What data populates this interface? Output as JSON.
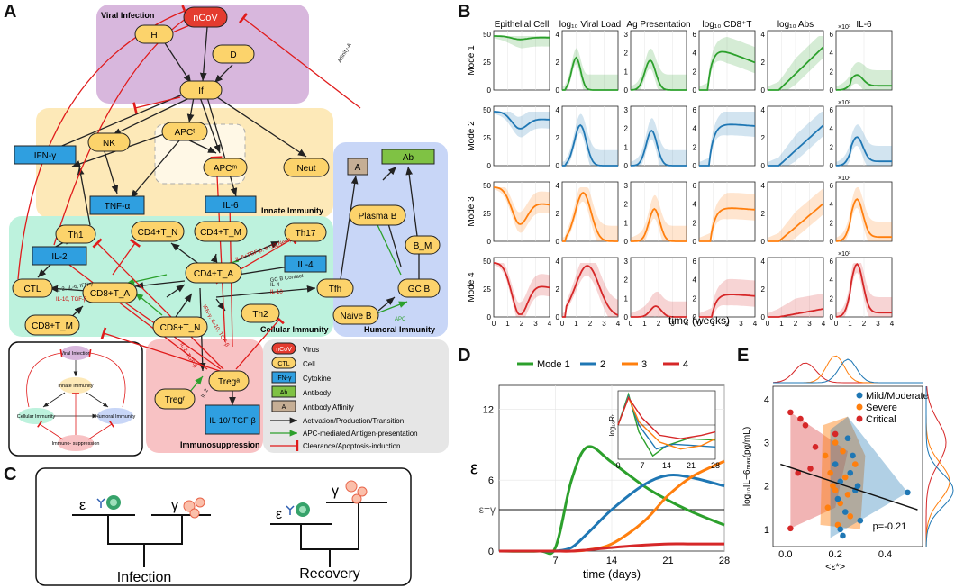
{
  "panels": {
    "A": "A",
    "B": "B",
    "C": "C",
    "D": "D",
    "E": "E"
  },
  "panel_a": {
    "regions": {
      "viral": "Viral Infection",
      "innate": "Innate Immunity",
      "humoral": "Humoral Immunity",
      "cellular": "Cellular Immunity",
      "immunosuppression": "Immunosuppression"
    },
    "nodes": {
      "ncov": "nCoV",
      "h": "H",
      "d": "D",
      "if": "If",
      "nk": "NK",
      "apc_t": "APCᵗ",
      "apc_m": "APCᵐ",
      "neut": "Neut",
      "ifn_g": "IFN-γ",
      "tnf_a": "TNF-α",
      "il6": "IL-6",
      "a": "A",
      "ab": "Ab",
      "plasma_b": "Plasma B",
      "b_m": "B_M",
      "th1": "Th1",
      "cd4_tn": "CD4+T_N",
      "cd4_tm": "CD4+T_M",
      "th17": "Th17",
      "il2": "IL-2",
      "cd4_ta": "CD4+T_A",
      "il4": "IL-4",
      "ctl": "CTL",
      "cd8_ta": "CD8+T_A",
      "tfh": "Tfh",
      "gc_b": "GC B",
      "th2": "Th2",
      "naive_b": "Naive B",
      "cd8_tm": "CD8+T_M",
      "cd8_tn": "CD8+T_N",
      "treg_a": "Tregᵃ",
      "treg_r": "Tregʳ",
      "il10": "IL-10/ TGF-β"
    },
    "edge_labels": {
      "affinity": "Affinity-A",
      "th1_cyt": "IFN-γ\nIL-4, IL-10, TGF-β",
      "th17_cyt": "IL-6+TGF-β, IL-1β(Neut)",
      "apc": "APC",
      "ctl_cyt": "IL-2, IL-6, IFN-γ",
      "ctl_sup": "IL-10, TGF-β",
      "gcb_contact": "GC B Contact",
      "il10": "IL-10",
      "il4": "IL-4",
      "ifn": "IFN-γ, IL-10, TGF-β",
      "il2tgf": "IL-2, TGF-β",
      "il2": "IL-2"
    },
    "legend": [
      {
        "key": "nCoV",
        "label": "Virus"
      },
      {
        "key": "CTL",
        "label": "Cell"
      },
      {
        "key": "IFN-γ",
        "label": "Cytokine"
      },
      {
        "key": "Ab",
        "label": "Antibody"
      },
      {
        "key": "A",
        "label": "Antibody Affinity"
      },
      {
        "key": "",
        "label": "Activation/Production/Transition"
      },
      {
        "key": "",
        "label": "APC-mediated Antigen-presentation"
      },
      {
        "key": "",
        "label": "Clearance/Apoptosis-induction"
      }
    ],
    "mini": {
      "viral": "Viral Infection",
      "innate": "Innate Immunity",
      "cellular": "Cellular Immunity",
      "humoral": "Humoral Immunity",
      "immuno": "Immuno- suppression"
    }
  },
  "panel_b": {
    "columns": [
      "Epithelial Cell",
      "log₁₀ Viral Load",
      "Ag Presentation",
      "log₁₀ CD8⁺T",
      "log₁₀ Abs",
      "IL-6"
    ],
    "il6_multiplier": "×10³",
    "rows": [
      "Mode 1",
      "Mode 2",
      "Mode 3",
      "Mode 4"
    ],
    "colors": [
      "#2ca02c",
      "#1f77b4",
      "#ff7f0e",
      "#d62728"
    ],
    "xlabel": "time (weeks)",
    "xticks": [
      "0",
      "1",
      "2",
      "3",
      "4"
    ],
    "yticks": [
      [
        "0",
        "25",
        "50"
      ],
      [
        "0",
        "2",
        "4"
      ],
      [
        "0",
        "1",
        "2",
        "3"
      ],
      [
        "0",
        "2",
        "4",
        "6"
      ],
      [
        "0",
        "2",
        "4"
      ],
      [
        "0",
        "2",
        "4",
        "6"
      ]
    ]
  },
  "panel_c": {
    "eps": "ε",
    "gam": "γ",
    "infection": "Infection",
    "recovery": "Recovery"
  },
  "panel_d": {
    "ylabel": "ε",
    "eps_eq": "ε=γ",
    "xlabel": "time (days)",
    "xticks": [
      "7",
      "14",
      "21",
      "28"
    ],
    "yticks": [
      "0",
      "6",
      "12"
    ],
    "legend_title": "Mode 1",
    "legend": [
      "Mode 1",
      "2",
      "3",
      "4"
    ],
    "inset_ylabel": "log₁₀Rₜ",
    "inset_xticks": [
      "0",
      "7",
      "14",
      "21",
      "28"
    ]
  },
  "panel_e": {
    "xlabel": "<ε*>",
    "ylabel": "log₁₀IL−6ₘₐₓ(pg/mL)",
    "xticks": [
      "0.0",
      "0.2",
      "0.4"
    ],
    "yticks": [
      "1",
      "2",
      "3",
      "4"
    ],
    "legend": [
      "Mild/Moderate",
      "Severe",
      "Critical"
    ],
    "corr": "p=-0.21"
  },
  "chart_data": [
    {
      "type": "line",
      "title": "",
      "xlabel": "time (weeks)",
      "panel": "B",
      "x": [
        0,
        0.5,
        1,
        1.5,
        2,
        2.5,
        3,
        3.5,
        4
      ],
      "series": [
        {
          "name": "Mode 1",
          "values": [
            50,
            49,
            47,
            46,
            46,
            47,
            47,
            48,
            48
          ]
        },
        {
          "name": "Mode 2",
          "values": [
            50,
            49,
            44,
            36,
            33,
            34,
            36,
            38,
            39
          ]
        },
        {
          "name": "Mode 3",
          "values": [
            50,
            48,
            34,
            18,
            12,
            14,
            18,
            22,
            25
          ]
        },
        {
          "name": "Mode 4",
          "values": [
            50,
            47,
            25,
            6,
            3,
            5,
            8,
            10,
            11
          ]
        }
      ]
    },
    {
      "type": "line",
      "title": "",
      "xlabel": "time (days)",
      "ylabel": "ε",
      "panel": "D",
      "x": [
        0,
        5,
        7,
        9,
        11,
        14,
        18,
        21,
        24,
        28
      ],
      "ylim": [
        0,
        14
      ],
      "series": [
        {
          "name": "Mode 1",
          "values": [
            0,
            0,
            0.3,
            6,
            8.8,
            7.5,
            5.5,
            4.3,
            3.3,
            2.2
          ]
        },
        {
          "name": "2",
          "values": [
            0,
            0,
            0,
            0.3,
            1.5,
            3.5,
            5.6,
            6.4,
            6.2,
            5.5
          ]
        },
        {
          "name": "3",
          "values": [
            0,
            0,
            0,
            0,
            0.1,
            0.6,
            2.5,
            4.7,
            6.3,
            7.6
          ]
        },
        {
          "name": "4",
          "values": [
            0,
            0,
            0,
            0,
            0.1,
            0.3,
            0.5,
            0.6,
            0.6,
            0.6
          ]
        }
      ]
    }
  ]
}
